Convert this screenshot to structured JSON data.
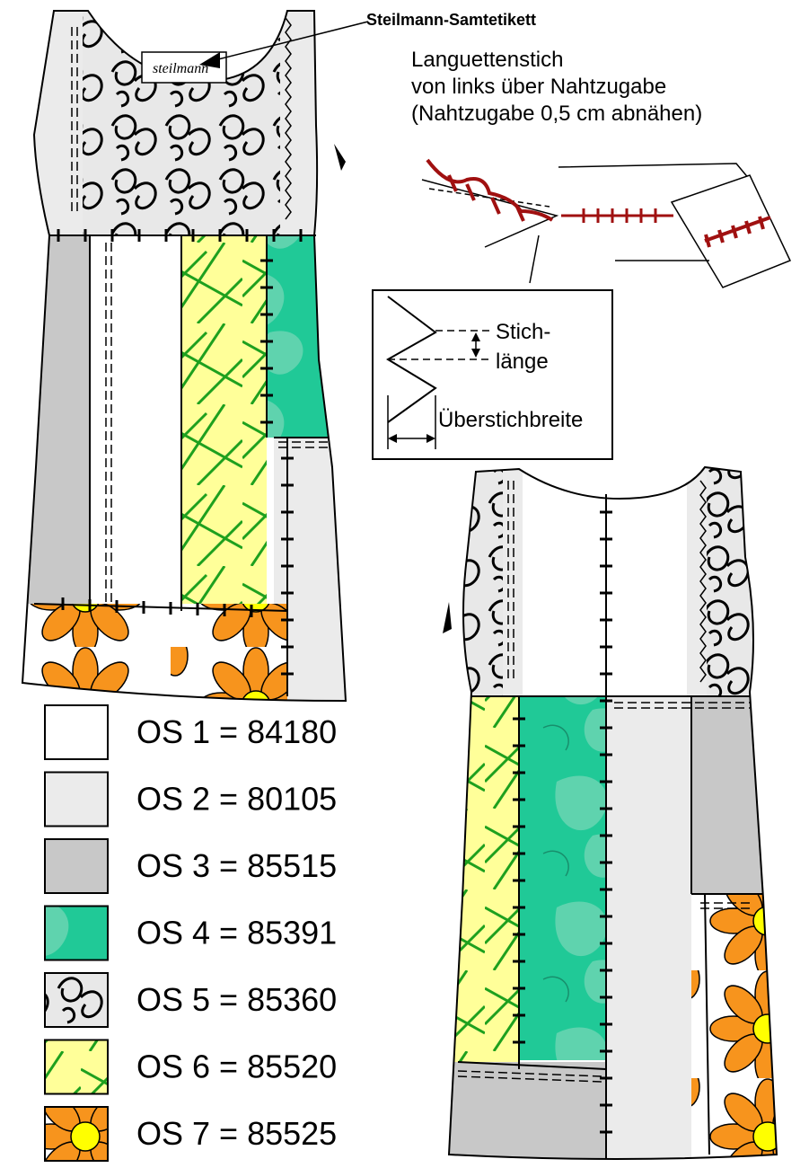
{
  "annotations": {
    "label_tag": "Steilmann-Samtetikett",
    "stitch_title": [
      "Languettenstich",
      "von links über Nahtzugabe",
      "(Nahtzugabe 0,5 cm abnähen)"
    ],
    "stitch_length": [
      "Stich-",
      "länge"
    ],
    "stitch_width": "Überstichbreite",
    "tag_brand": "steilmann"
  },
  "legend": [
    {
      "label": "OS 1 = 84180",
      "fill": "#ffffff",
      "pattern": "plain"
    },
    {
      "label": "OS 2 = 80105",
      "fill": "#ebebeb",
      "pattern": "plain"
    },
    {
      "label": "OS 3 = 85515",
      "fill": "#c8c8c8",
      "pattern": "plain"
    },
    {
      "label": "OS 4 = 85391",
      "fill": "#20c997",
      "pattern": "organic"
    },
    {
      "label": "OS 5 = 85360",
      "fill": "#e8e8e8",
      "pattern": "scribble"
    },
    {
      "label": "OS 6 = 85520",
      "fill": "#ffff99",
      "pattern": "lines"
    },
    {
      "label": "OS 7 = 85525",
      "fill": "#ffffff",
      "pattern": "flowers"
    }
  ],
  "colors": {
    "outline": "#000000",
    "stitch_red": "#a01010",
    "green_line": "#1ea01e",
    "flower_orange": "#f7941d",
    "flower_center": "#ffff00"
  }
}
